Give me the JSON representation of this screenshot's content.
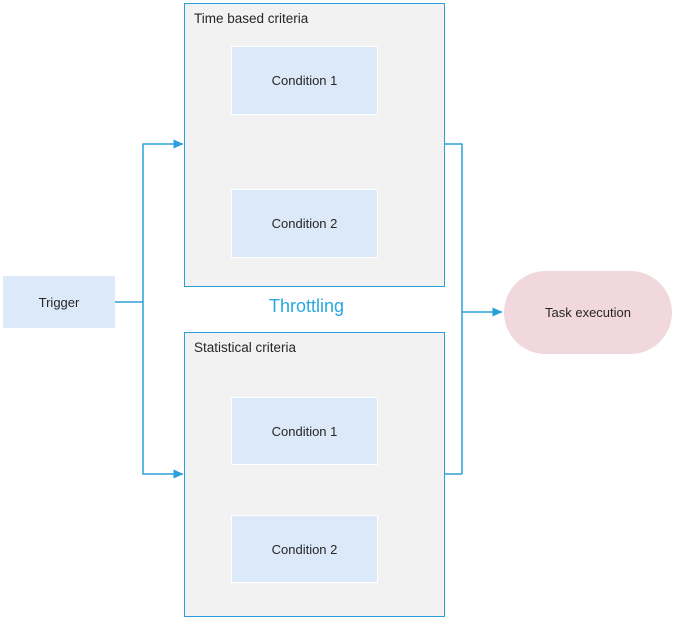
{
  "diagram": {
    "trigger": {
      "label": "Trigger"
    },
    "throttling_label": "Throttling",
    "groups": [
      {
        "title": "Time based criteria",
        "conditions": [
          "Condition 1",
          "Condition 2"
        ]
      },
      {
        "title": "Statistical criteria",
        "conditions": [
          "Condition 1",
          "Condition 2"
        ]
      }
    ],
    "task": {
      "label": "Task execution"
    },
    "colors": {
      "connector_blue": "#2b9fd9",
      "throttling_text": "#29a7e2",
      "group_fill": "#f2f2f2",
      "group_border": "#2b9fd9",
      "condition_fill": "#dbe9f8",
      "condition_border": "#ffffff",
      "trigger_fill": "#dbe9f8",
      "task_fill": "#f1d8dd",
      "label_text": "#262626",
      "background": "#ffffff"
    }
  }
}
